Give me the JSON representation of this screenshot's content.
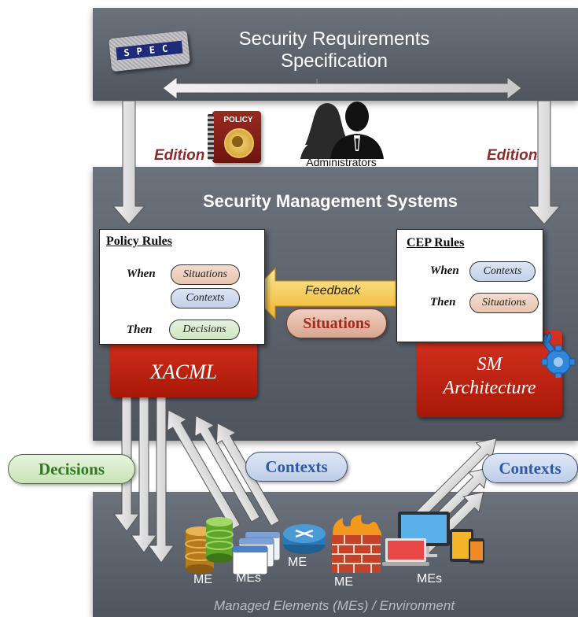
{
  "top_panel": {
    "title_line1": "Security Requirements",
    "title_line2": "Specification",
    "spec_logo": "SPEC"
  },
  "middle_panel": {
    "title": "Security Management Systems"
  },
  "bottom_panel": {
    "caption": "Managed Elements (MEs) / Environment"
  },
  "edition_left": "Edition",
  "edition_right": "Edition",
  "policy_icon_text": "POLICY",
  "administrators_label": "Administrators",
  "policy_rules": {
    "heading": "Policy Rules",
    "when": "When",
    "then": "Then",
    "situations": "Situations",
    "contexts": "Contexts",
    "decisions": "Decisions"
  },
  "cep_rules": {
    "heading": "CEP Rules",
    "when": "When",
    "then": "Then",
    "contexts": "Contexts",
    "situations": "Situations"
  },
  "feedback_label": "Feedback",
  "situations_pill": "Situations",
  "xacml_label": "XACML",
  "sm_line1": "SM",
  "sm_line2": "Architecture",
  "decisions_pill": "Decisions",
  "contexts_pill_left": "Contexts",
  "contexts_pill_right": "Contexts",
  "me_labels": {
    "me1": "ME",
    "mes1": "MEs",
    "me_router": "ME",
    "me_firewall": "ME",
    "mes_devices": "MEs"
  },
  "colors": {
    "panel": "#5b626b",
    "policy_red": "#c0261a",
    "edition": "#8b2a2a",
    "decisions_green": "#2f7a1f",
    "contexts_blue": "#2c5aa8",
    "situations_red": "#a32a1e",
    "feedback_yellow": "#f5c842"
  },
  "icons": [
    "spec-logo-icon",
    "policy-book-icon",
    "administrators-icon",
    "wrench-gear-icon",
    "database-icon",
    "window-icon",
    "router-icon",
    "firewall-icon",
    "devices-icon"
  ]
}
